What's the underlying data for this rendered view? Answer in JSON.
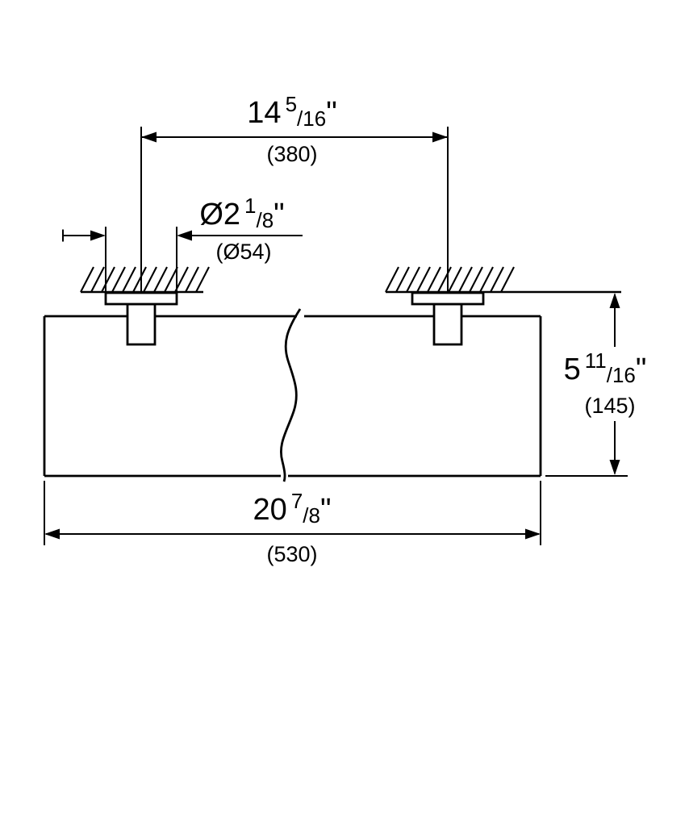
{
  "colors": {
    "background": "#ffffff",
    "line": "#000000"
  },
  "dims": {
    "spacing": {
      "whole": "14",
      "num": "5",
      "den": "/16",
      "unit": "\"",
      "metric": "(380)"
    },
    "diameter": {
      "whole": "Ø2",
      "num": "1",
      "den": "/8",
      "unit": "\"",
      "metric": "(Ø54)"
    },
    "height": {
      "whole": "5",
      "num": "11",
      "den": "/16",
      "unit": "\"",
      "metric": "(145)"
    },
    "width": {
      "whole": "20",
      "num": "7",
      "den": "/8",
      "unit": "\"",
      "metric": "(530)"
    }
  }
}
